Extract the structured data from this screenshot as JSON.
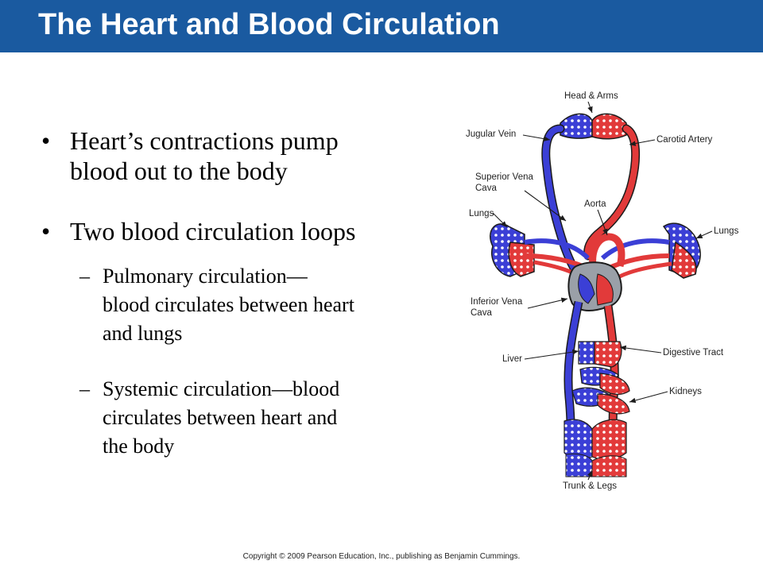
{
  "slide": {
    "title": "The Heart and Blood Circulation",
    "copyright": "Copyright © 2009 Pearson Education, Inc., publishing as Benjamin Cummings."
  },
  "bullets": [
    {
      "marker": "•",
      "lines": [
        "Heart’s contractions pump",
        "blood out to the body"
      ]
    },
    {
      "marker": "•",
      "lines": [
        "Two blood circulation loops"
      ]
    }
  ],
  "sub_bullets": [
    {
      "marker": "–",
      "lines": [
        "Pulmonary circulation—",
        "blood circulates between heart",
        "and lungs"
      ]
    },
    {
      "marker": "–",
      "lines": [
        "Systemic circulation—blood",
        "circulates between heart and",
        "the body"
      ]
    }
  ],
  "diagram": {
    "labels": {
      "head_arms": "Head & Arms",
      "jugular_vein": "Jugular Vein",
      "carotid_artery": "Carotid Artery",
      "superior_vena_cava": [
        "Superior Vena",
        "Cava"
      ],
      "aorta": "Aorta",
      "lungs_left": "Lungs",
      "lungs_right": "Lungs",
      "inferior_vena_cava": [
        "Inferior Vena",
        "Cava"
      ],
      "liver": "Liver",
      "digestive_tract": "Digestive Tract",
      "kidneys": "Kidneys",
      "trunk_legs": "Trunk & Legs"
    },
    "colors": {
      "venous": "#3b3fd6",
      "arterial": "#e23a3a",
      "outline": "#1c1c1c"
    }
  }
}
